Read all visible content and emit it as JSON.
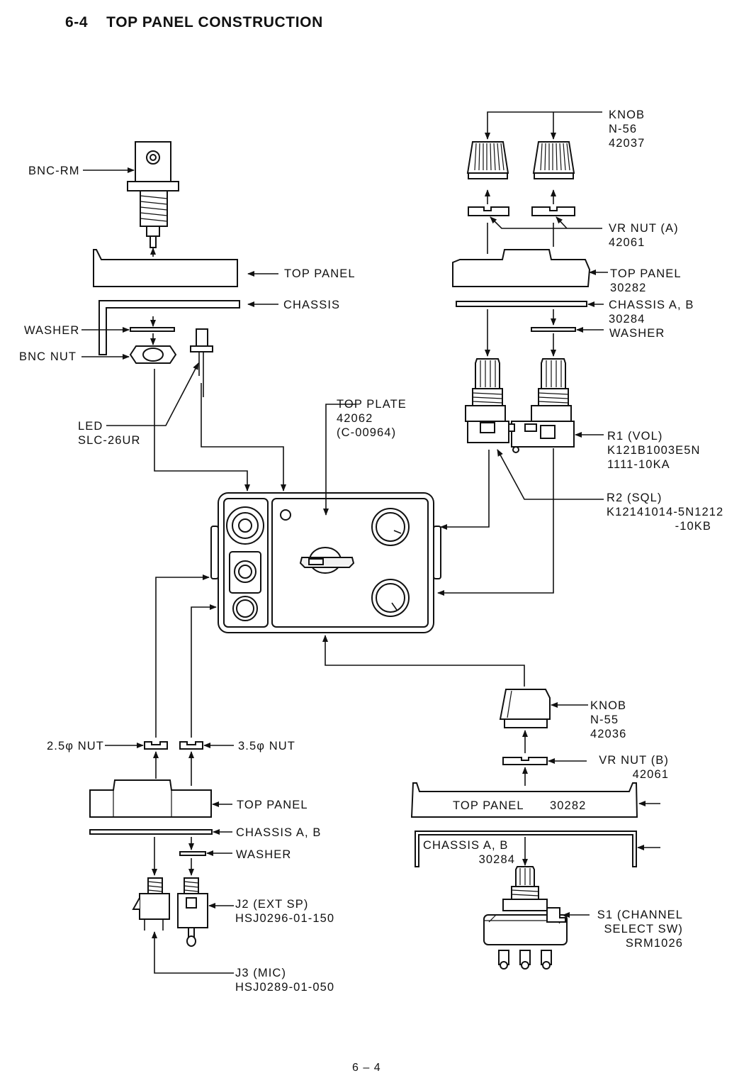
{
  "header": {
    "section_number": "6-4",
    "title": "TOP PANEL CONSTRUCTION"
  },
  "footer": {
    "page_number": "6 – 4"
  },
  "labels": {
    "bnc_rm": "BNC-RM",
    "top_panel_bnc": "TOP PANEL",
    "chassis_bnc": "CHASSIS",
    "washer_bnc": "WASHER",
    "bnc_nut": "BNC NUT",
    "led": {
      "lines": [
        "LED",
        "SLC-26UR"
      ]
    },
    "knob_n56": {
      "lines": [
        "KNOB",
        "N-56",
        "42037"
      ]
    },
    "vr_nut_a": {
      "lines": [
        "VR NUT (A)",
        "42061"
      ]
    },
    "top_panel_vr": {
      "lines": [
        "TOP PANEL",
        "30282"
      ]
    },
    "chassis_vr": {
      "lines": [
        "CHASSIS A, B",
        "30284"
      ]
    },
    "washer_vr": "WASHER",
    "top_plate": {
      "lines": [
        "TOP PLATE",
        "42062",
        "(C-00964)"
      ]
    },
    "r1": {
      "lines": [
        "R1 (VOL)",
        "K121B1003E5N",
        "1111-10KA"
      ]
    },
    "r2": {
      "lines": [
        "R2 (SQL)",
        "K12141014-5N1212",
        "-10KB"
      ]
    },
    "knob_n55": {
      "lines": [
        "KNOB",
        "N-55",
        "42036"
      ]
    },
    "vr_nut_b": {
      "lines": [
        "VR NUT (B)",
        "42061"
      ]
    },
    "top_panel_sw": "TOP PANEL",
    "top_panel_sw_num": "30282",
    "chassis_sw": {
      "lines": [
        "CHASSIS A, B",
        "30284"
      ]
    },
    "s1": {
      "lines": [
        "S1 (CHANNEL",
        "SELECT SW)",
        "SRM1026"
      ]
    },
    "nut_25": "2.5φ NUT",
    "nut_35": "3.5φ NUT",
    "top_panel_jack": "TOP PANEL",
    "chassis_jack": "CHASSIS A, B",
    "washer_jack": "WASHER",
    "j2": {
      "lines": [
        "J2 (EXT SP)",
        "HSJ0296-01-150"
      ]
    },
    "j3": {
      "lines": [
        "J3 (MIC)",
        "HSJ0289-01-050"
      ]
    }
  }
}
